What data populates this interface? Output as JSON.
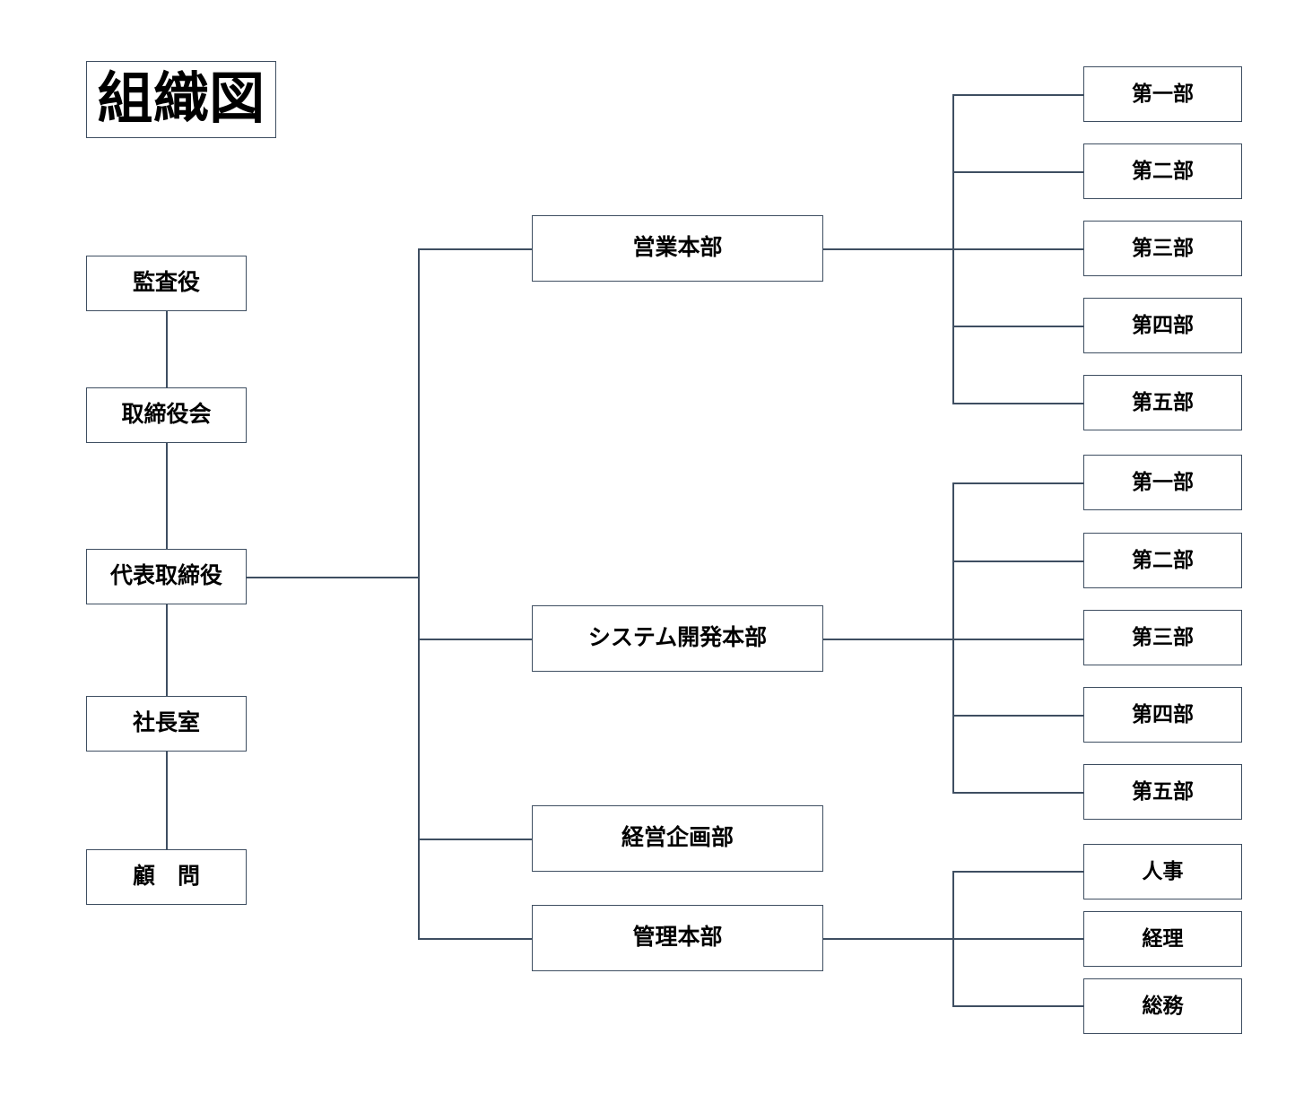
{
  "document": {
    "title": "組織図",
    "background_color": "#ffffff",
    "line_color": "#3e4e61",
    "box_fill": "#ffffff",
    "text_color": "#000000"
  },
  "chart_data": {
    "type": "diagram",
    "diagram_type": "organization-chart",
    "title": "組織図",
    "orientation": "left-to-right",
    "nodes": {
      "executive_column": [
        {
          "id": "auditor",
          "label": "監査役"
        },
        {
          "id": "board",
          "label": "取締役会"
        },
        {
          "id": "ceo",
          "label": "代表取締役"
        },
        {
          "id": "president-office",
          "label": "社長室"
        },
        {
          "id": "advisor",
          "label": "顧　問"
        }
      ],
      "division_column": [
        {
          "id": "sales-hq",
          "label": "営業本部"
        },
        {
          "id": "sysdev-hq",
          "label": "システム開発本部"
        },
        {
          "id": "planning-dept",
          "label": "経営企画部"
        },
        {
          "id": "admin-hq",
          "label": "管理本部"
        }
      ],
      "sales_departments": [
        {
          "id": "sales-dept-1",
          "label": "第一部"
        },
        {
          "id": "sales-dept-2",
          "label": "第二部"
        },
        {
          "id": "sales-dept-3",
          "label": "第三部"
        },
        {
          "id": "sales-dept-4",
          "label": "第四部"
        },
        {
          "id": "sales-dept-5",
          "label": "第五部"
        }
      ],
      "sysdev_departments": [
        {
          "id": "sysdev-dept-1",
          "label": "第一部"
        },
        {
          "id": "sysdev-dept-2",
          "label": "第二部"
        },
        {
          "id": "sysdev-dept-3",
          "label": "第三部"
        },
        {
          "id": "sysdev-dept-4",
          "label": "第四部"
        },
        {
          "id": "sysdev-dept-5",
          "label": "第五部"
        }
      ],
      "admin_departments": [
        {
          "id": "admin-hr",
          "label": "人事"
        },
        {
          "id": "admin-accounting",
          "label": "経理"
        },
        {
          "id": "admin-general-affairs",
          "label": "総務"
        }
      ]
    },
    "edges": [
      {
        "from": "auditor",
        "to": "board"
      },
      {
        "from": "board",
        "to": "ceo"
      },
      {
        "from": "ceo",
        "to": "president-office"
      },
      {
        "from": "president-office",
        "to": "advisor"
      },
      {
        "from": "ceo",
        "to": "sales-hq"
      },
      {
        "from": "ceo",
        "to": "sysdev-hq"
      },
      {
        "from": "ceo",
        "to": "planning-dept"
      },
      {
        "from": "ceo",
        "to": "admin-hq"
      },
      {
        "from": "sales-hq",
        "to": "sales-dept-1"
      },
      {
        "from": "sales-hq",
        "to": "sales-dept-2"
      },
      {
        "from": "sales-hq",
        "to": "sales-dept-3"
      },
      {
        "from": "sales-hq",
        "to": "sales-dept-4"
      },
      {
        "from": "sales-hq",
        "to": "sales-dept-5"
      },
      {
        "from": "sysdev-hq",
        "to": "sysdev-dept-1"
      },
      {
        "from": "sysdev-hq",
        "to": "sysdev-dept-2"
      },
      {
        "from": "sysdev-hq",
        "to": "sysdev-dept-3"
      },
      {
        "from": "sysdev-hq",
        "to": "sysdev-dept-4"
      },
      {
        "from": "sysdev-hq",
        "to": "sysdev-dept-5"
      },
      {
        "from": "admin-hq",
        "to": "admin-hr"
      },
      {
        "from": "admin-hq",
        "to": "admin-accounting"
      },
      {
        "from": "admin-hq",
        "to": "admin-general-affairs"
      }
    ]
  }
}
